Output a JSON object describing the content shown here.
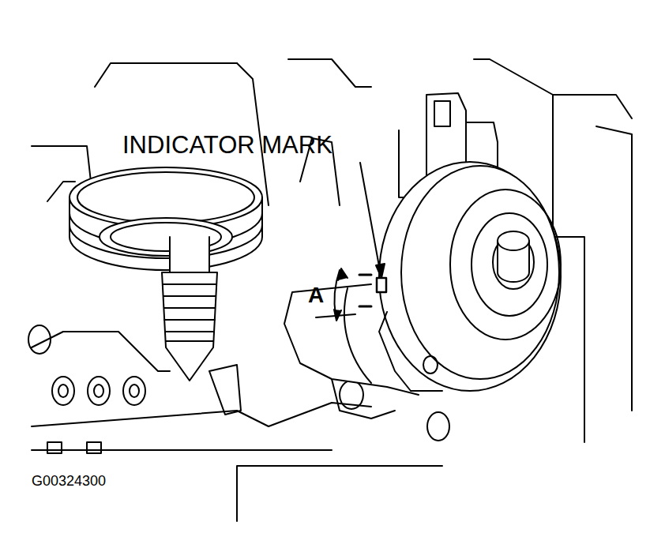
{
  "diagram": {
    "labels": [
      "INDICATOR MARK",
      "A",
      "G00324300"
    ]
  }
}
